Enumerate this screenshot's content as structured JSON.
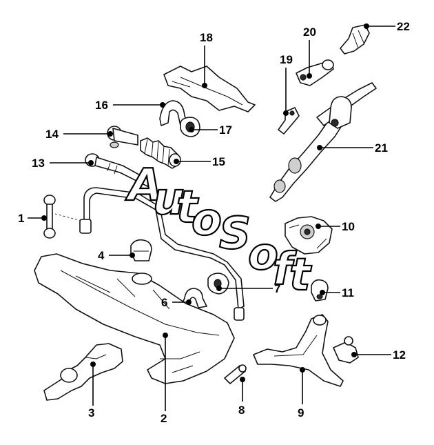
{
  "callouts": [
    {
      "id": "1",
      "label": "1"
    },
    {
      "id": "2",
      "label": "2"
    },
    {
      "id": "3",
      "label": "3"
    },
    {
      "id": "4",
      "label": "4"
    },
    {
      "id": "6",
      "label": "6"
    },
    {
      "id": "7",
      "label": "7"
    },
    {
      "id": "8",
      "label": "8"
    },
    {
      "id": "9",
      "label": "9"
    },
    {
      "id": "10",
      "label": "10"
    },
    {
      "id": "11",
      "label": "11"
    },
    {
      "id": "12",
      "label": "12"
    },
    {
      "id": "13",
      "label": "13"
    },
    {
      "id": "14",
      "label": "14"
    },
    {
      "id": "15",
      "label": "15"
    },
    {
      "id": "16",
      "label": "16"
    },
    {
      "id": "17",
      "label": "17"
    },
    {
      "id": "18",
      "label": "18"
    },
    {
      "id": "19",
      "label": "19"
    },
    {
      "id": "20",
      "label": "20"
    },
    {
      "id": "21",
      "label": "21"
    },
    {
      "id": "22",
      "label": "22"
    }
  ],
  "watermark": {
    "text": "Autosoft"
  }
}
